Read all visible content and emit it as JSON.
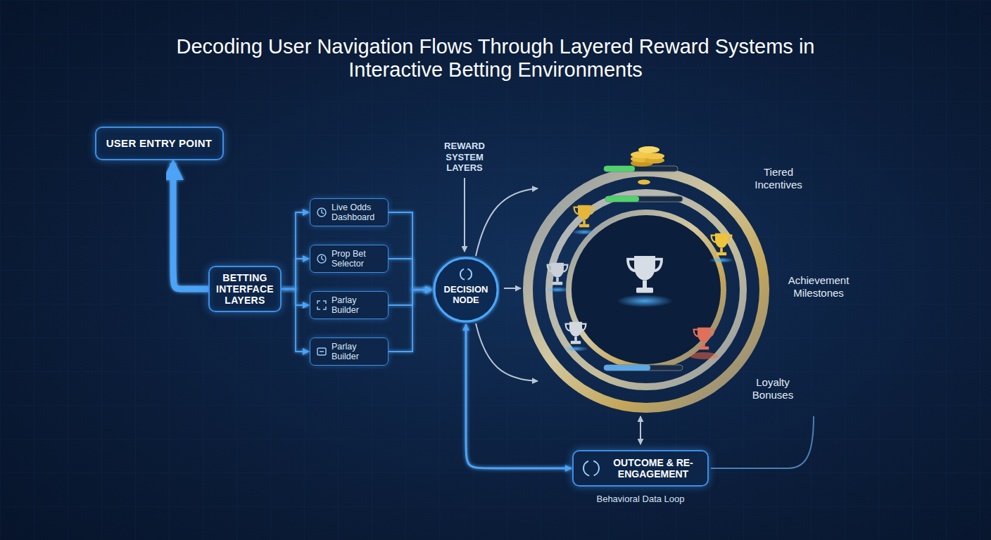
{
  "diagram": {
    "title": "Decoding User Navigation Flows Through Layered Reward Systems in Interactive Betting Environments",
    "nodes": [
      {
        "text": [
          "USER ENTRY POINT"
        ]
      },
      {
        "text": [
          "BETTING INTERFACE LAYERS"
        ]
      },
      {
        "text": [
          "Live Odds Dashboard"
        ]
      },
      {
        "text": [
          "Prop Bet Selector"
        ]
      },
      {
        "text": [
          "Parlay Builder"
        ]
      },
      {
        "text": [
          "Parlay Builder"
        ]
      },
      {
        "text": [
          "DECISION NODE"
        ]
      },
      {
        "text": [
          "OUTCOME & RE-ENGAGEMENT"
        ]
      }
    ],
    "edges": [
      {
        "from": 1,
        "to": 0,
        "arrow": "to"
      },
      {
        "from": 1,
        "to": 2,
        "arrow": "to"
      },
      {
        "from": 1,
        "to": 3,
        "arrow": "to"
      },
      {
        "from": 1,
        "to": 4,
        "arrow": "to"
      },
      {
        "from": 1,
        "to": 5,
        "arrow": "to"
      },
      {
        "from": 2,
        "to": 6,
        "arrow": "to"
      },
      {
        "from": 3,
        "to": 6,
        "arrow": "to"
      },
      {
        "from": 4,
        "to": 6,
        "arrow": "to"
      },
      {
        "from": 5,
        "to": 6,
        "arrow": "to"
      },
      {
        "from": 6,
        "to": 7,
        "arrow": "both"
      }
    ],
    "labels": [
      "REWARD SYSTEM LAYERS",
      "Tiered Incentives",
      "Achievement Milestones",
      "Loyalty Bonuses",
      "Behavioral Data Loop"
    ]
  }
}
